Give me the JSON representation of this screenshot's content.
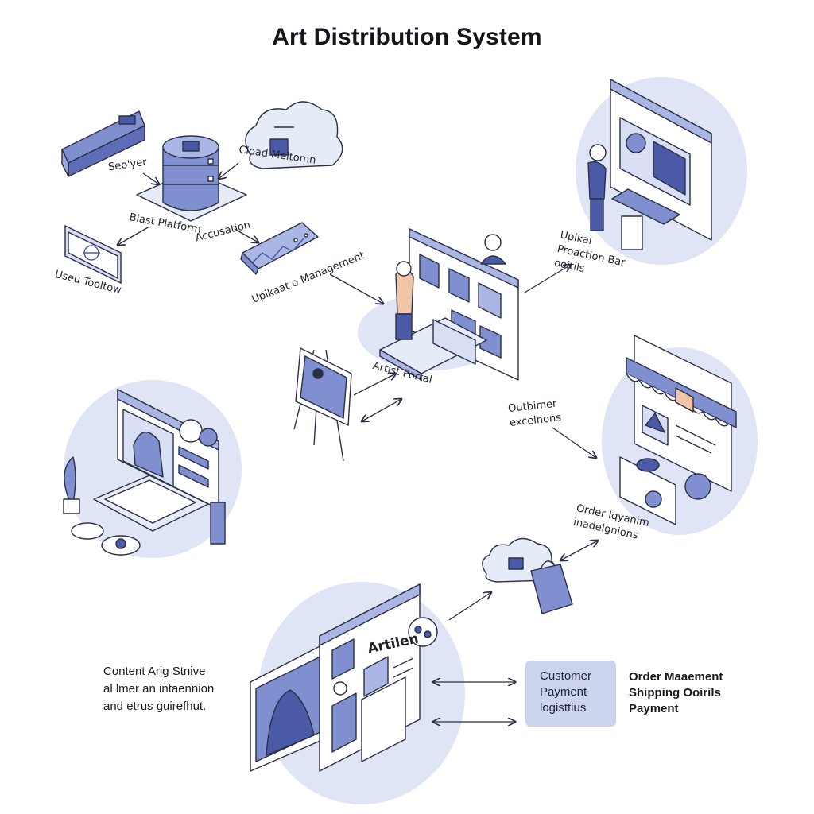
{
  "title": "Art Distribution System",
  "labels": {
    "server": "Seo'yer",
    "cloud_platform": "Cload Meltomn",
    "blast_platform": "Blast Platform",
    "accusation": "Accusation",
    "user_position": "Useu Tooltow",
    "upload_management": "Upikaat o Management",
    "upload_production": "Upikal Proaction Bar ooitils",
    "artist_portal": "Artist Portal",
    "customer_experience": "Outbimer excelnons",
    "order_information": "Order Iqyanim inadelgnions",
    "artwork_label": "Artilen"
  },
  "content_text": {
    "line1": "Content Arig Stnive",
    "line2": "al lmer an intaennion",
    "line3": "and etrus guirefhut."
  },
  "customer_box": {
    "line1": "Customer",
    "line2": "Payment",
    "line3": "logisttius"
  },
  "order_list": {
    "line1": "Order Maaement",
    "line2": "Shipping Ooirils",
    "line3": "Payment"
  },
  "colors": {
    "accent": "#7082c6",
    "accent_dark": "#4a5aa6",
    "bubble": "#dfe5f5",
    "peach": "#f1c6a8",
    "line": "#2b2f45"
  }
}
